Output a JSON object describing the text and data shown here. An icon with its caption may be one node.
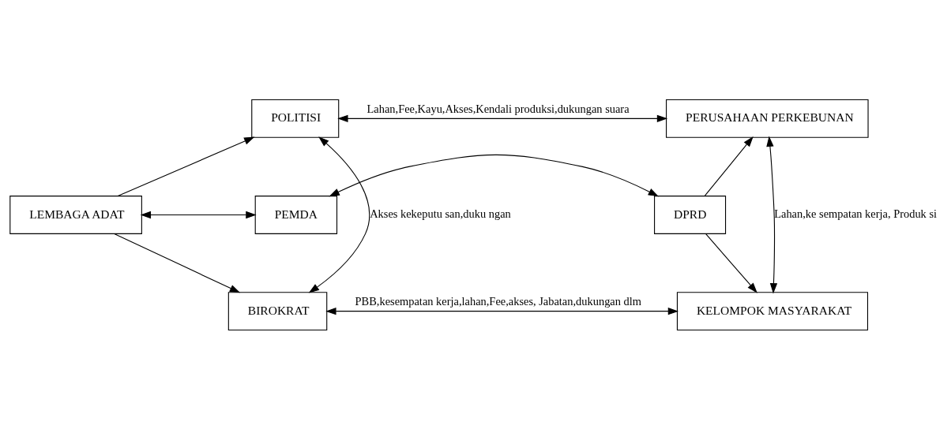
{
  "diagram": {
    "nodes": [
      {
        "text": [
          "POLITISI"
        ]
      },
      {
        "text": [
          "PERUSAHAAN PERKEBUNAN"
        ]
      },
      {
        "text": [
          "LEMBAGA ADAT"
        ]
      },
      {
        "text": [
          "PEMDA"
        ]
      },
      {
        "text": [
          "DPRD"
        ]
      },
      {
        "text": [
          "BIROKRAT"
        ]
      },
      {
        "text": [
          "KELOMPOK MASYARAKAT"
        ]
      }
    ],
    "edges": [
      {
        "from": 0,
        "to": 1,
        "arrow": "both",
        "label": "Lahan,Fee,Kayu,Akses,Kendali produksi,dukungan suara"
      },
      {
        "from": 2,
        "to": 0,
        "arrow": "to"
      },
      {
        "from": 2,
        "to": 3,
        "arrow": "both"
      },
      {
        "from": 3,
        "to": 4,
        "arrow": "both"
      },
      {
        "from": 4,
        "to": 1,
        "arrow": "to"
      },
      {
        "from": 0,
        "to": 5,
        "arrow": "both",
        "label": "Akses kekeputu san,duku ngan"
      },
      {
        "from": 2,
        "to": 5,
        "arrow": "to"
      },
      {
        "from": 4,
        "to": 6,
        "arrow": "to"
      },
      {
        "from": 1,
        "to": 6,
        "arrow": "both",
        "label": "Lahan,ke sempatan kerja, Produk si"
      },
      {
        "from": 5,
        "to": 6,
        "arrow": "both",
        "label": "PBB,kesempatan kerja,lahan,Fee,akses, Jabatan,dukungan dlm"
      }
    ]
  }
}
